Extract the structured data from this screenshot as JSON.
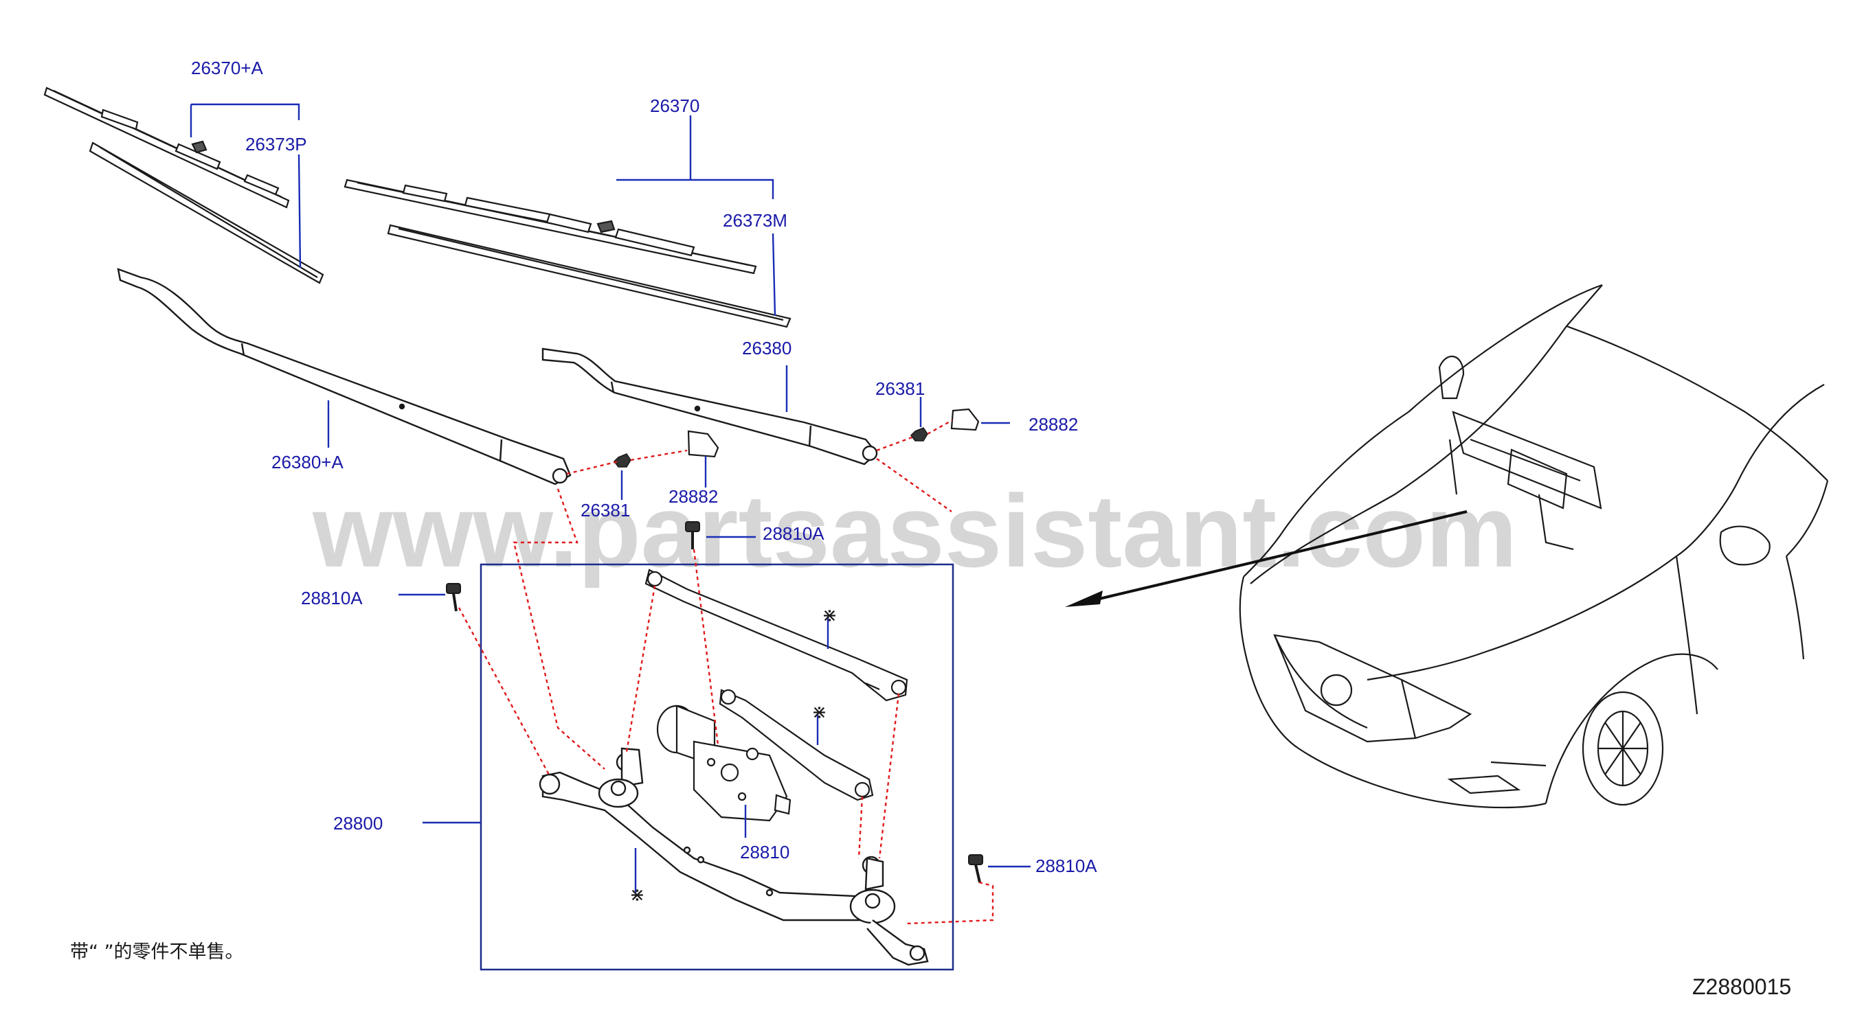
{
  "colors": {
    "label": "#1a1aa8",
    "leader": "#1a2db5",
    "line": "#1a1a1a",
    "dashed": "#e0191b",
    "box": "#1c2d8c",
    "watermark": "#d6d6d6",
    "arrow": "#111111"
  },
  "labels": {
    "p26370A": "26370+A",
    "p26373P": "26373P",
    "p26370": "26370",
    "p26373M": "26373M",
    "p26380": "26380",
    "p26381_right": "26381",
    "p28882_right": "28882",
    "p26380A": "26380+A",
    "p26381_left": "26381",
    "p28882_left": "28882",
    "p28810A_top": "28810A",
    "p28810A_left": "28810A",
    "p28810A_right": "28810A",
    "p28800": "28800",
    "p28810": "28810"
  },
  "marks": {
    "not_sold_mark": "⋇"
  },
  "note": "带“ ”的零件不单售。",
  "diagram_code": "Z2880015",
  "watermark": "www.partsassistant.com"
}
